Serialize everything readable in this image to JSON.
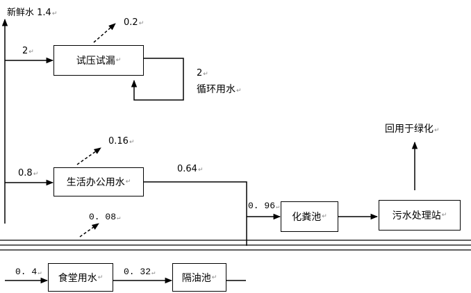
{
  "boxes": {
    "pressure_test": "试压试漏",
    "office_water": "生活办公用水",
    "septic_tank": "化粪池",
    "treatment_station": "污水处理站",
    "canteen_water": "食堂用水",
    "grease_trap": "隔油池"
  },
  "labels": {
    "fresh_water": "新鲜水 1.4",
    "to_pressure_test": "2",
    "pressure_test_loss": "0.2",
    "recycle_value": "2",
    "recycle_text": "循环用水",
    "reuse_text": "回用于绿化",
    "office_loss": "0.16",
    "to_office": "0.8",
    "office_out": "0.64",
    "to_septic": "0. 96",
    "canteen_loss": "0. 08",
    "to_canteen": "0. 4",
    "canteen_out": "0. 32"
  },
  "paragraph_mark": "↵",
  "colors": {
    "line": "#000000",
    "mark": "#888888"
  }
}
